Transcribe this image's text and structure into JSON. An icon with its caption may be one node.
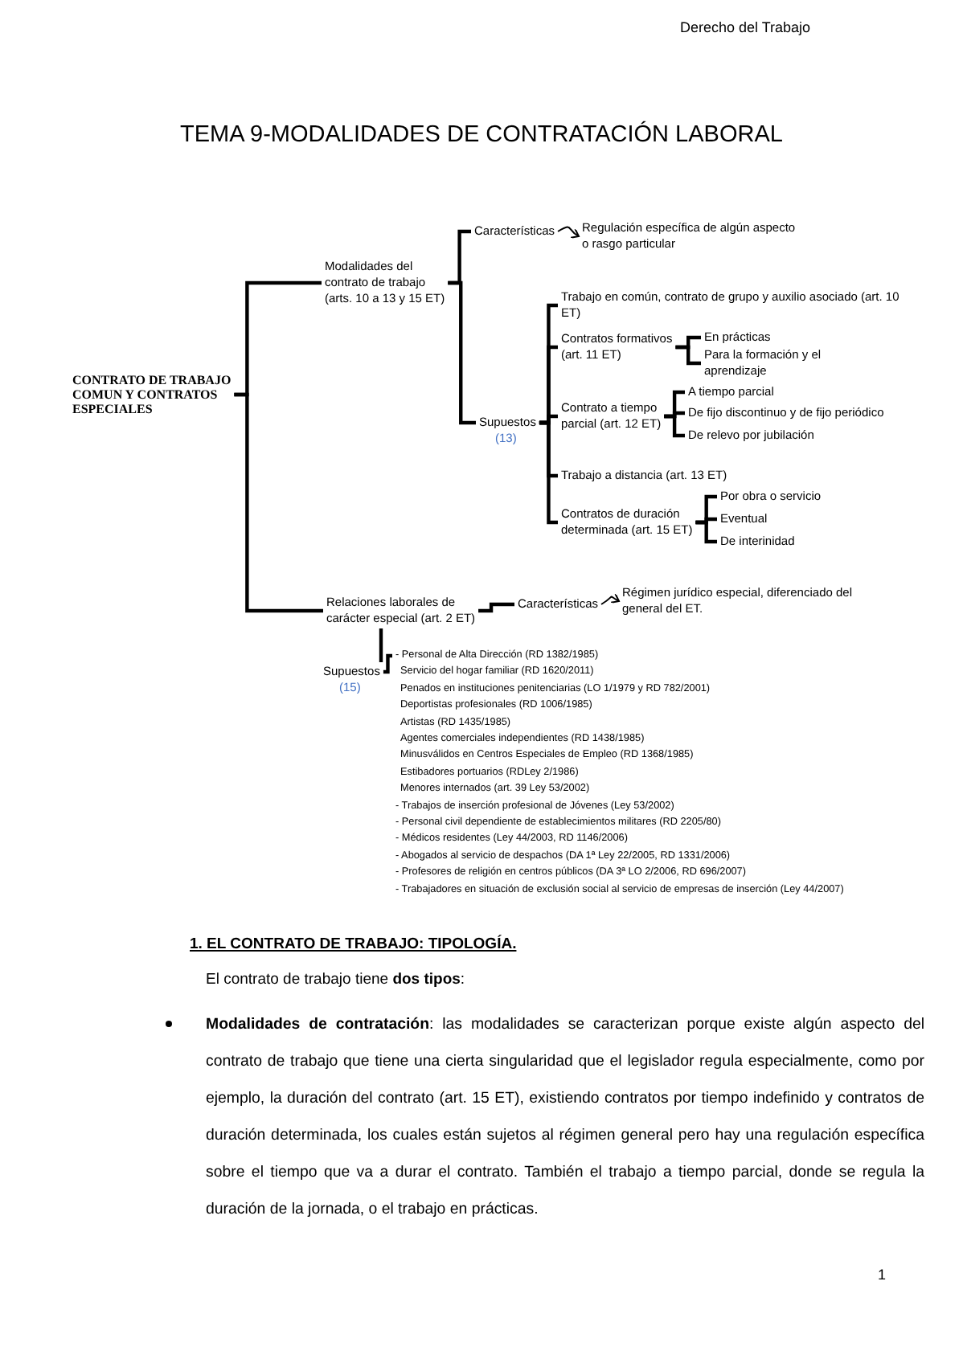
{
  "diagram": {
    "title": "TEMA 9-MODALIDADES DE CONTRATACIÓN LABORAL",
    "nodes": [
      {
        "text": [
          "CONTRATO DE TRABAJO COMUN Y CONTRATOS ESPECIALES"
        ]
      },
      {
        "text": [
          "Modalidades del contrato de trabajo (arts. 10 a 13 y 15 ET)"
        ]
      },
      {
        "text": [
          "Características"
        ]
      },
      {
        "text": [
          "Regulación específica de algún aspecto o rasgo particular"
        ]
      },
      {
        "text": [
          "Supuestos",
          "(13)"
        ]
      },
      {
        "text": [
          "Trabajo en común, contrato de grupo y auxilio asociado (art. 10 ET)"
        ]
      },
      {
        "text": [
          "Contratos formativos (art. 11 ET)"
        ]
      },
      {
        "text": [
          "En prácticas"
        ]
      },
      {
        "text": [
          "Para la formación y el aprendizaje"
        ]
      },
      {
        "text": [
          "Contrato a tiempo parcial (art. 12 ET)"
        ]
      },
      {
        "text": [
          "A tiempo parcial"
        ]
      },
      {
        "text": [
          "De fijo discontinuo y de fijo periódico"
        ]
      },
      {
        "text": [
          "De relevo por jubilación"
        ]
      },
      {
        "text": [
          "Trabajo a distancia (art. 13 ET)"
        ]
      },
      {
        "text": [
          "Contratos de duración determinada (art. 15 ET)"
        ]
      },
      {
        "text": [
          "Por obra o servicio"
        ]
      },
      {
        "text": [
          "Eventual"
        ]
      },
      {
        "text": [
          "De interinidad"
        ]
      },
      {
        "text": [
          "Relaciones laborales de carácter especial (art. 2 ET)"
        ]
      },
      {
        "text": [
          "Características"
        ]
      },
      {
        "text": [
          "Régimen jurídico especial, diferenciado del general del ET."
        ]
      },
      {
        "text": [
          "Supuestos",
          "(15)"
        ]
      },
      {
        "text": [
          "- Personal de Alta Dirección (RD 1382/1985)",
          "Servicio del hogar familiar (RD 1620/2011)",
          "Penados en instituciones penitenciarias (LO 1/1979 y RD 782/2001)",
          "Deportistas profesionales (RD 1006/1985)",
          "Artistas (RD 1435/1985)",
          "Agentes comerciales independientes (RD 1438/1985)",
          "Minusválidos en Centros Especiales de Empleo (RD 1368/1985)",
          "Estibadores portuarios (RDLey 2/1986)",
          "Menores internados (art. 39 Ley 53/2002)",
          "- Trabajos de inserción profesional de Jóvenes (Ley 53/2002)",
          "- Personal civil dependiente de establecimientos militares (RD 2205/80)",
          "- Médicos residentes (Ley 44/2003, RD 1146/2006)",
          "- Abogados al servicio de despachos (DA 1ª Ley 22/2005, RD 1331/2006)",
          "- Profesores de religión en centros públicos (DA 3ª LO 2/2006, RD 696/2007)",
          "- Trabajadores en situación de exclusión social al servicio de empresas de inserción (Ley 44/2007)"
        ]
      }
    ],
    "edges": [
      {
        "from": 0,
        "to": 1,
        "arrow": "none"
      },
      {
        "from": 0,
        "to": 18,
        "arrow": "none"
      },
      {
        "from": 1,
        "to": 2,
        "arrow": "none"
      },
      {
        "from": 2,
        "to": 3,
        "arrow": "to"
      },
      {
        "from": 1,
        "to": 4,
        "arrow": "none"
      },
      {
        "from": 4,
        "to": 5,
        "arrow": "none"
      },
      {
        "from": 4,
        "to": 6,
        "arrow": "none"
      },
      {
        "from": 6,
        "to": 7,
        "arrow": "none"
      },
      {
        "from": 6,
        "to": 8,
        "arrow": "none"
      },
      {
        "from": 4,
        "to": 9,
        "arrow": "none"
      },
      {
        "from": 9,
        "to": 10,
        "arrow": "none"
      },
      {
        "from": 9,
        "to": 11,
        "arrow": "none"
      },
      {
        "from": 9,
        "to": 12,
        "arrow": "none"
      },
      {
        "from": 4,
        "to": 13,
        "arrow": "none"
      },
      {
        "from": 4,
        "to": 14,
        "arrow": "none"
      },
      {
        "from": 14,
        "to": 15,
        "arrow": "none"
      },
      {
        "from": 14,
        "to": 16,
        "arrow": "none"
      },
      {
        "from": 14,
        "to": 17,
        "arrow": "none"
      },
      {
        "from": 18,
        "to": 19,
        "arrow": "none"
      },
      {
        "from": 19,
        "to": 20,
        "arrow": "to"
      },
      {
        "from": 18,
        "to": 21,
        "arrow": "none"
      },
      {
        "from": 21,
        "to": 22,
        "arrow": "none"
      }
    ],
    "labels": [
      "Derecho del Trabajo",
      "1. EL CONTRATO DE TRABAJO: TIPOLOGÍA.",
      "El contrato de trabajo tiene **dos tipos**:",
      "**Modalidades de contratación**: las modalidades se caracterizan porque existe algún aspecto del contrato de trabajo que tiene una cierta singularidad que el legislador regula especialmente, como por ejemplo, la duración del contrato (art. 15 ET), existiendo contratos por tiempo indefinido y contratos de duración determinada, los cuales están sujetos al régimen general pero hay una regulación específica sobre el tiempo que va a durar el contrato. También el trabajo a tiempo parcial, donde se regula la duración de la jornada, o el trabajo en prácticas.",
      "1"
    ]
  }
}
